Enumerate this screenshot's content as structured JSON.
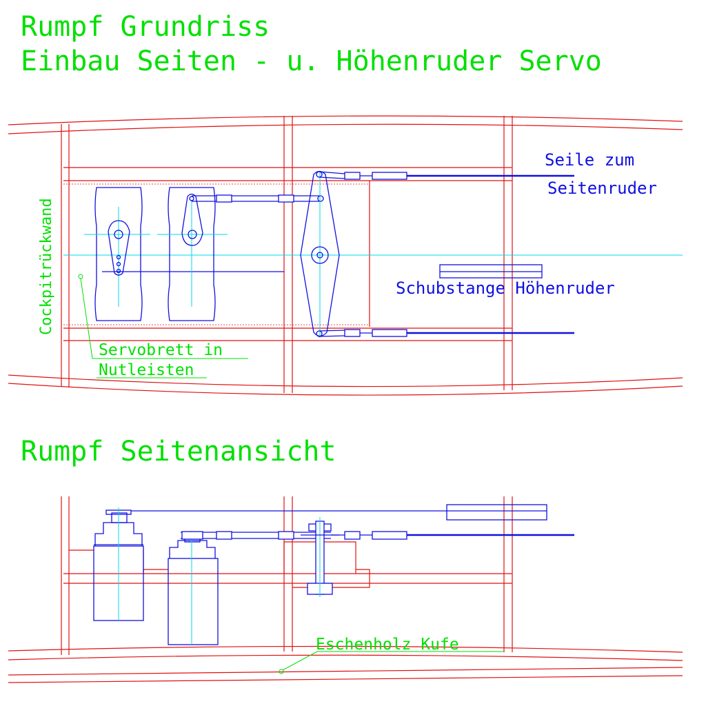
{
  "colors": {
    "background": "#ffffff",
    "text_green": "#00e000",
    "structure_red": "#e01010",
    "mechanism_blue": "#1010e0",
    "centerline_cyan": "#00d8e8"
  },
  "titles": {
    "top_line1": "Rumpf Grundriss",
    "top_line2": "Einbau Seiten - u. Höhenruder Servo",
    "side_view": "Rumpf Seitenansicht"
  },
  "labels": {
    "cockpit_wall": "Cockpitrückwand",
    "servo_board_line1": "Servobrett in",
    "servo_board_line2": "Nutleisten",
    "cables_line1": "Seile zum",
    "cables_line2": "Seitenruder",
    "pushrod": "Schubstange Höhenruder",
    "ash_skid": "Eschenholz Kufe"
  }
}
